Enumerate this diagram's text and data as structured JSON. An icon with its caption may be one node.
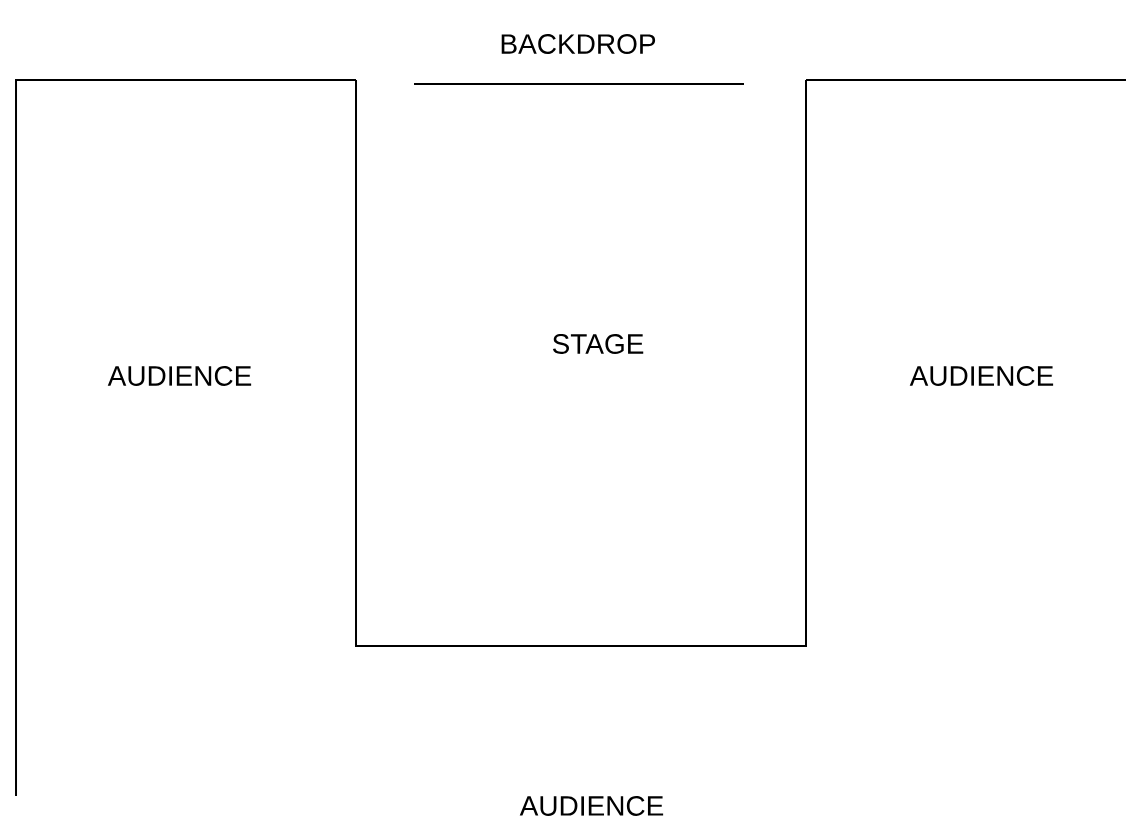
{
  "diagram": {
    "labels": [
      "BACKDROP",
      "STAGE",
      "AUDIENCE",
      "AUDIENCE",
      "AUDIENCE"
    ]
  }
}
